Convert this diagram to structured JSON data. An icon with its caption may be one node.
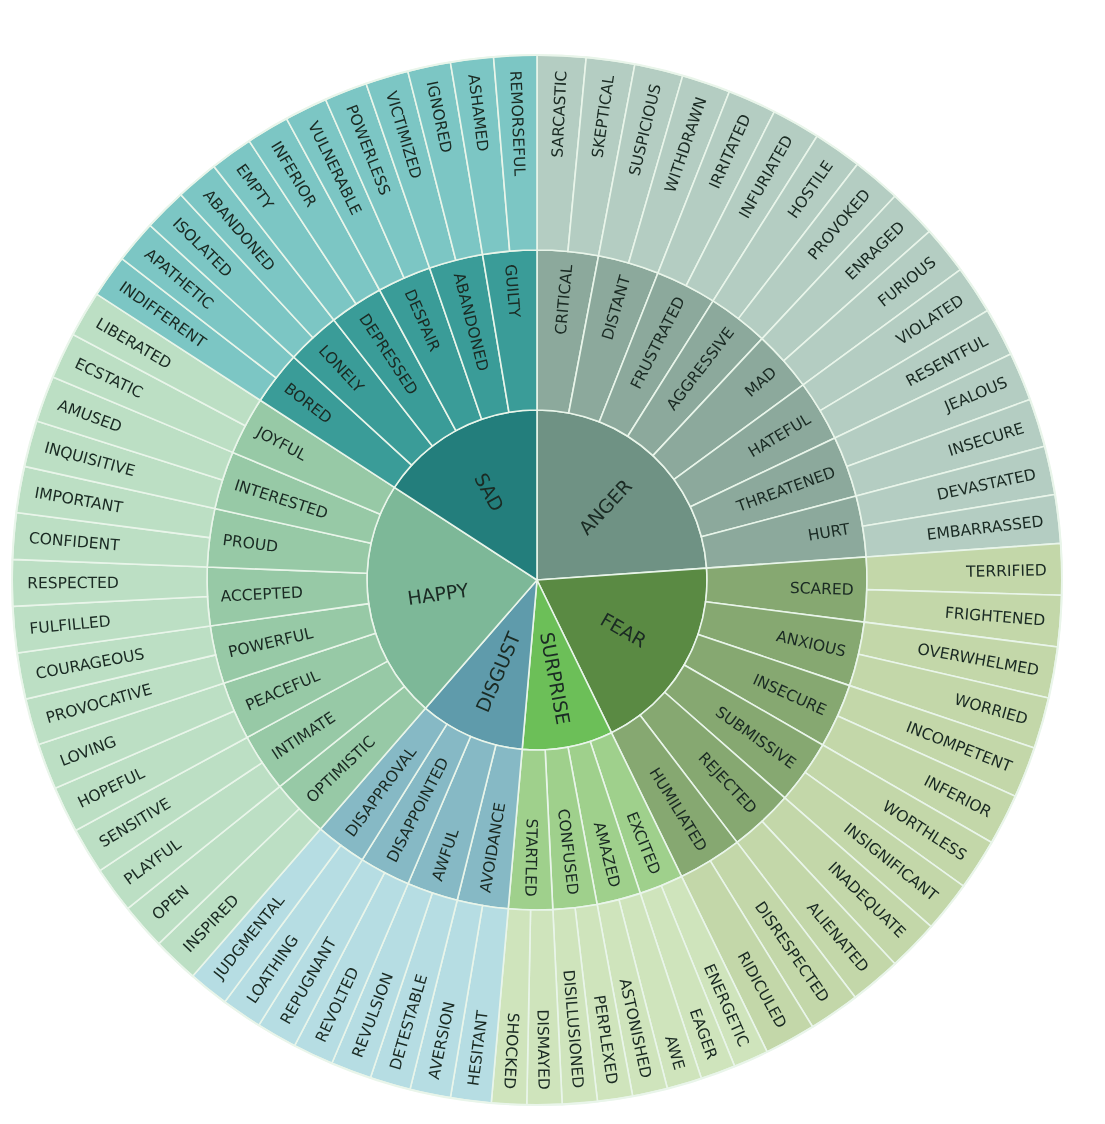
{
  "diagram": {
    "nodes": [
      {
        "text": [
          "ANGER"
        ]
      },
      {
        "text": [
          "FEAR"
        ]
      },
      {
        "text": [
          "SURPRISE"
        ]
      },
      {
        "text": [
          "DISGUST"
        ]
      },
      {
        "text": [
          "HAPPY"
        ]
      },
      {
        "text": [
          "SAD"
        ]
      },
      {
        "text": [
          "CRITICAL"
        ]
      },
      {
        "text": [
          "DISTANT"
        ]
      },
      {
        "text": [
          "FRUSTRATED"
        ]
      },
      {
        "text": [
          "AGGRESSIVE"
        ]
      },
      {
        "text": [
          "MAD"
        ]
      },
      {
        "text": [
          "HATEFUL"
        ]
      },
      {
        "text": [
          "THREATENED"
        ]
      },
      {
        "text": [
          "HURT"
        ]
      },
      {
        "text": [
          "SCARED"
        ]
      },
      {
        "text": [
          "ANXIOUS"
        ]
      },
      {
        "text": [
          "INSECURE"
        ]
      },
      {
        "text": [
          "SUBMISSIVE"
        ]
      },
      {
        "text": [
          "REJECTED"
        ]
      },
      {
        "text": [
          "HUMILIATED"
        ]
      },
      {
        "text": [
          "EXCITED"
        ]
      },
      {
        "text": [
          "AMAZED"
        ]
      },
      {
        "text": [
          "CONFUSED"
        ]
      },
      {
        "text": [
          "STARTLED"
        ]
      },
      {
        "text": [
          "AVOIDANCE"
        ]
      },
      {
        "text": [
          "AWFUL"
        ]
      },
      {
        "text": [
          "DISAPPOINTED"
        ]
      },
      {
        "text": [
          "DISAPPROVAL"
        ]
      },
      {
        "text": [
          "OPTIMISTIC"
        ]
      },
      {
        "text": [
          "INTIMATE"
        ]
      },
      {
        "text": [
          "PEACEFUL"
        ]
      },
      {
        "text": [
          "POWERFUL"
        ]
      },
      {
        "text": [
          "ACCEPTED"
        ]
      },
      {
        "text": [
          "PROUD"
        ]
      },
      {
        "text": [
          "INTERESTED"
        ]
      },
      {
        "text": [
          "JOYFUL"
        ]
      },
      {
        "text": [
          "BORED"
        ]
      },
      {
        "text": [
          "LONELY"
        ]
      },
      {
        "text": [
          "DEPRESSED"
        ]
      },
      {
        "text": [
          "DESPAIR"
        ]
      },
      {
        "text": [
          "ABANDONED"
        ]
      },
      {
        "text": [
          "GUILTY"
        ]
      },
      {
        "text": [
          "SARCASTIC"
        ]
      },
      {
        "text": [
          "SKEPTICAL"
        ]
      },
      {
        "text": [
          "SUSPICIOUS"
        ]
      },
      {
        "text": [
          "WITHDRAWN"
        ]
      },
      {
        "text": [
          "IRRITATED"
        ]
      },
      {
        "text": [
          "INFURIATED"
        ]
      },
      {
        "text": [
          "HOSTILE"
        ]
      },
      {
        "text": [
          "PROVOKED"
        ]
      },
      {
        "text": [
          "ENRAGED"
        ]
      },
      {
        "text": [
          "FURIOUS"
        ]
      },
      {
        "text": [
          "VIOLATED"
        ]
      },
      {
        "text": [
          "RESENTFUL"
        ]
      },
      {
        "text": [
          "JEALOUS"
        ]
      },
      {
        "text": [
          "INSECURE"
        ]
      },
      {
        "text": [
          "DEVASTATED"
        ]
      },
      {
        "text": [
          "EMBARRASSED"
        ]
      },
      {
        "text": [
          "TERRIFIED"
        ]
      },
      {
        "text": [
          "FRIGHTENED"
        ]
      },
      {
        "text": [
          "OVERWHELMED"
        ]
      },
      {
        "text": [
          "WORRIED"
        ]
      },
      {
        "text": [
          "INCOMPETENT"
        ]
      },
      {
        "text": [
          "INFERIOR"
        ]
      },
      {
        "text": [
          "WORTHLESS"
        ]
      },
      {
        "text": [
          "INSIGNIFICANT"
        ]
      },
      {
        "text": [
          "INADEQUATE"
        ]
      },
      {
        "text": [
          "ALIENATED"
        ]
      },
      {
        "text": [
          "DISRESPECTED"
        ]
      },
      {
        "text": [
          "RIDICULED"
        ]
      },
      {
        "text": [
          "ENERGETIC"
        ]
      },
      {
        "text": [
          "EAGER"
        ]
      },
      {
        "text": [
          "AWE"
        ]
      },
      {
        "text": [
          "ASTONISHED"
        ]
      },
      {
        "text": [
          "PERPLEXED"
        ]
      },
      {
        "text": [
          "DISILLUSIONED"
        ]
      },
      {
        "text": [
          "DISMAYED"
        ]
      },
      {
        "text": [
          "SHOCKED"
        ]
      },
      {
        "text": [
          "HESITANT"
        ]
      },
      {
        "text": [
          "AVERSION"
        ]
      },
      {
        "text": [
          "DETESTABLE"
        ]
      },
      {
        "text": [
          "REVULSION"
        ]
      },
      {
        "text": [
          "REVOLTED"
        ]
      },
      {
        "text": [
          "REPUGNANT"
        ]
      },
      {
        "text": [
          "LOATHING"
        ]
      },
      {
        "text": [
          "JUDGMENTAL"
        ]
      },
      {
        "text": [
          "INSPIRED"
        ]
      },
      {
        "text": [
          "OPEN"
        ]
      },
      {
        "text": [
          "PLAYFUL"
        ]
      },
      {
        "text": [
          "SENSITIVE"
        ]
      },
      {
        "text": [
          "HOPEFUL"
        ]
      },
      {
        "text": [
          "LOVING"
        ]
      },
      {
        "text": [
          "PROVOCATIVE"
        ]
      },
      {
        "text": [
          "COURAGEOUS"
        ]
      },
      {
        "text": [
          "FULFILLED"
        ]
      },
      {
        "text": [
          "RESPECTED"
        ]
      },
      {
        "text": [
          "CONFIDENT"
        ]
      },
      {
        "text": [
          "IMPORTANT"
        ]
      },
      {
        "text": [
          "INQUISITIVE"
        ]
      },
      {
        "text": [
          "AMUSED"
        ]
      },
      {
        "text": [
          "ECSTATIC"
        ]
      },
      {
        "text": [
          "LIBERATED"
        ]
      },
      {
        "text": [
          "INDIFFERENT"
        ]
      },
      {
        "text": [
          "APATHETIC"
        ]
      },
      {
        "text": [
          "ISOLATED"
        ]
      },
      {
        "text": [
          "ABANDONED"
        ]
      },
      {
        "text": [
          "EMPTY"
        ]
      },
      {
        "text": [
          "INFERIOR"
        ]
      },
      {
        "text": [
          "VULNERABLE"
        ]
      },
      {
        "text": [
          "POWERLESS"
        ]
      },
      {
        "text": [
          "VICTIMIZED"
        ]
      },
      {
        "text": [
          "IGNORED"
        ]
      },
      {
        "text": [
          "ASHAMED"
        ]
      },
      {
        "text": [
          "REMORSEFUL"
        ]
      }
    ]
  }
}
